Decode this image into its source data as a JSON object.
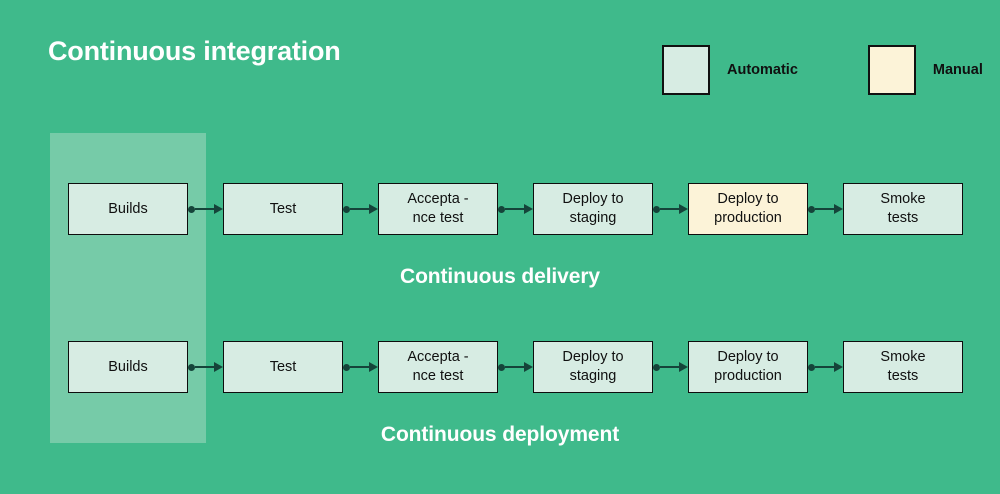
{
  "diagram": {
    "title": "Continuous integration",
    "background_color": "#3fba8b",
    "highlight_band_color": "#76cba8",
    "automatic_color": "#d7ece3",
    "manual_color": "#fcf3d8",
    "connector_color": "#15443a",
    "text_color": "#101010",
    "caption_color": "#ffffff"
  },
  "legend": {
    "items": [
      {
        "label": "Automatic",
        "color": "#d7ece3",
        "swatch_name": "automatic-swatch"
      },
      {
        "label": "Manual",
        "color": "#fcf3d8",
        "swatch_name": "manual-swatch"
      }
    ]
  },
  "pipelines": [
    {
      "caption": "Continuous delivery",
      "nodes": [
        {
          "label": "Builds",
          "type": "Automatic"
        },
        {
          "label": "Test",
          "type": "Automatic"
        },
        {
          "label": "Accepta -\nnce test",
          "type": "Automatic"
        },
        {
          "label": "Deploy to\nstaging",
          "type": "Automatic"
        },
        {
          "label": "Deploy to\nproduction",
          "type": "Manual"
        },
        {
          "label": "Smoke\ntests",
          "type": "Automatic"
        }
      ]
    },
    {
      "caption": "Continuous deployment",
      "nodes": [
        {
          "label": "Builds",
          "type": "Automatic"
        },
        {
          "label": "Test",
          "type": "Automatic"
        },
        {
          "label": "Accepta -\nnce test",
          "type": "Automatic"
        },
        {
          "label": "Deploy to\nstaging",
          "type": "Automatic"
        },
        {
          "label": "Deploy to\nproduction",
          "type": "Automatic"
        },
        {
          "label": "Smoke\ntests",
          "type": "Automatic"
        }
      ]
    }
  ]
}
